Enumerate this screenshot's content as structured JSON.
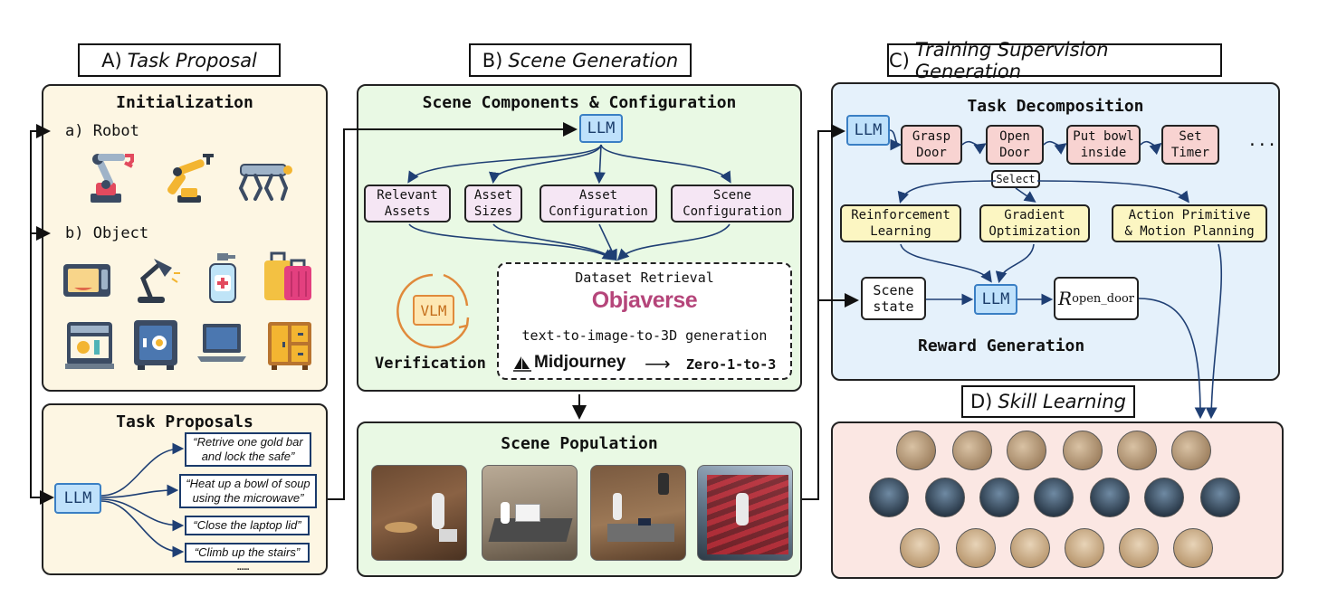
{
  "sections": {
    "a": {
      "prefix": "A)",
      "title": "Task Proposal"
    },
    "b": {
      "prefix": "B)",
      "title": "Scene Generation"
    },
    "c": {
      "prefix": "C)",
      "title": "Training Supervision Generation"
    },
    "d": {
      "prefix": "D)",
      "title": "Skill Learning"
    }
  },
  "task_proposal": {
    "init_header": "Initialization",
    "robot_label": "a) Robot",
    "object_label": "b) Object",
    "proposals_header": "Task Proposals",
    "llm": "LLM",
    "proposals": [
      "“Retrive one gold bar\nand lock the safe”",
      "“Heat up a bowl of soup\nusing the microwave”",
      "“Close the laptop lid”",
      "“Climb up the stairs”"
    ],
    "ellipsis": "……",
    "robot_icons": [
      "robot-arm-icon",
      "industrial-arm-icon",
      "quadruped-robot-icon"
    ],
    "object_icons": [
      "microwave-icon",
      "desk-lamp-icon",
      "soap-dispenser-icon",
      "suitcase-icon",
      "dishwasher-icon",
      "safe-icon",
      "laptop-icon",
      "cabinet-icon"
    ]
  },
  "scene_generation": {
    "header": "Scene Components & Configuration",
    "llm": "LLM",
    "components": [
      "Relevant\nAssets",
      "Asset\nSizes",
      "Asset\nConfiguration",
      "Scene\nConfiguration"
    ],
    "vlm": "VLM",
    "verification": "Verification",
    "dataset_retrieval": "Dataset Retrieval",
    "objaverse": "Objaverse",
    "t2i23d": "text-to-image-to-3D generation",
    "midjourney": "Midjourney",
    "arrow": "⟶",
    "zero123": "Zero-1-to-3",
    "population_header": "Scene Population"
  },
  "training": {
    "header": "Task Decomposition",
    "llm": "LLM",
    "subtasks": [
      "Grasp\nDoor",
      "Open\nDoor",
      "Put bowl\ninside",
      "Set\nTimer"
    ],
    "ellipsis": "···",
    "select": "Select",
    "methods": [
      "Reinforcement\nLearning",
      "Gradient\nOptimization",
      "Action Primitive\n& Motion Planning"
    ],
    "scene_state": "Scene\nstate",
    "llm2": "LLM",
    "reward_main": "R",
    "reward_sub": "open_door",
    "reward_label": "Reward Generation"
  },
  "colors": {
    "cream": "#fdf6e3",
    "green": "#e9f9e4",
    "blue": "#e5f1fb",
    "pink": "#fbe7e3",
    "arrow": "#1f3f74",
    "llm": "#bfe1fb"
  }
}
